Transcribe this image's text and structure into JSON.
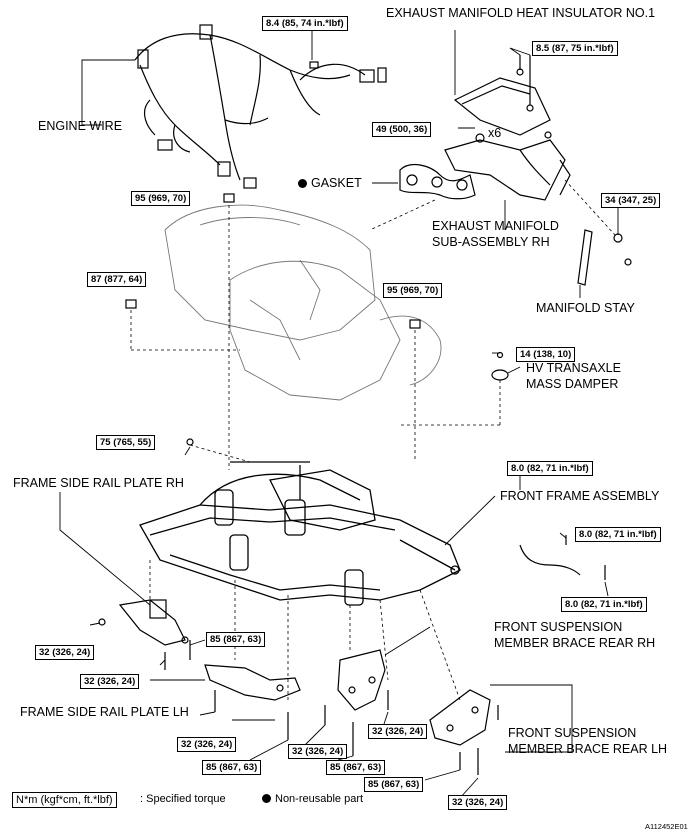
{
  "labels": {
    "heat_insulator": "EXHAUST MANIFOLD HEAT INSULATOR NO.1",
    "engine_wire": "ENGINE WIRE",
    "gasket": "GASKET",
    "exhaust_manifold_l1": "EXHAUST MANIFOLD",
    "exhaust_manifold_l2": "SUB-ASSEMBLY RH",
    "manifold_stay": "MANIFOLD STAY",
    "mass_damper_l1": "HV TRANSAXLE",
    "mass_damper_l2": "MASS DAMPER",
    "frame_side_rh": "FRAME SIDE RAIL PLATE RH",
    "front_frame": "FRONT FRAME ASSEMBLY",
    "brace_rh_l1": "FRONT SUSPENSION",
    "brace_rh_l2": "MEMBER BRACE REAR RH",
    "frame_side_lh": "FRAME SIDE RAIL PLATE LH",
    "brace_lh_l1": "FRONT SUSPENSION",
    "brace_lh_l2": "MEMBER BRACE REAR LH",
    "x6": "x6"
  },
  "torques": [
    "8.4 (85, 74 in.*lbf)",
    "8.5 (87, 75 in.*lbf)",
    "49 (500, 36)",
    "95 (969, 70)",
    "34 (347, 25)",
    "87 (877, 64)",
    "95 (969, 70)",
    "14 (138, 10)",
    "75 (765, 55)",
    "8.0 (82, 71 in.*lbf)",
    "8.0 (82, 71 in.*lbf)",
    "8.0 (82, 71 in.*lbf)",
    "32 (326, 24)",
    "85 (867, 63)",
    "32 (326, 24)",
    "32 (326, 24)",
    "32 (326, 24)",
    "32 (326, 24)",
    "85 (867, 63)",
    "85 (867, 63)",
    "85 (867, 63)",
    "32 (326, 24)"
  ],
  "legend": {
    "torque_unit": "N*m (kgf*cm, ft.*lbf)",
    "torque_text": ": Specified torque",
    "nonreusable_text": "Non-reusable part"
  },
  "figure_code": "A112452E01"
}
